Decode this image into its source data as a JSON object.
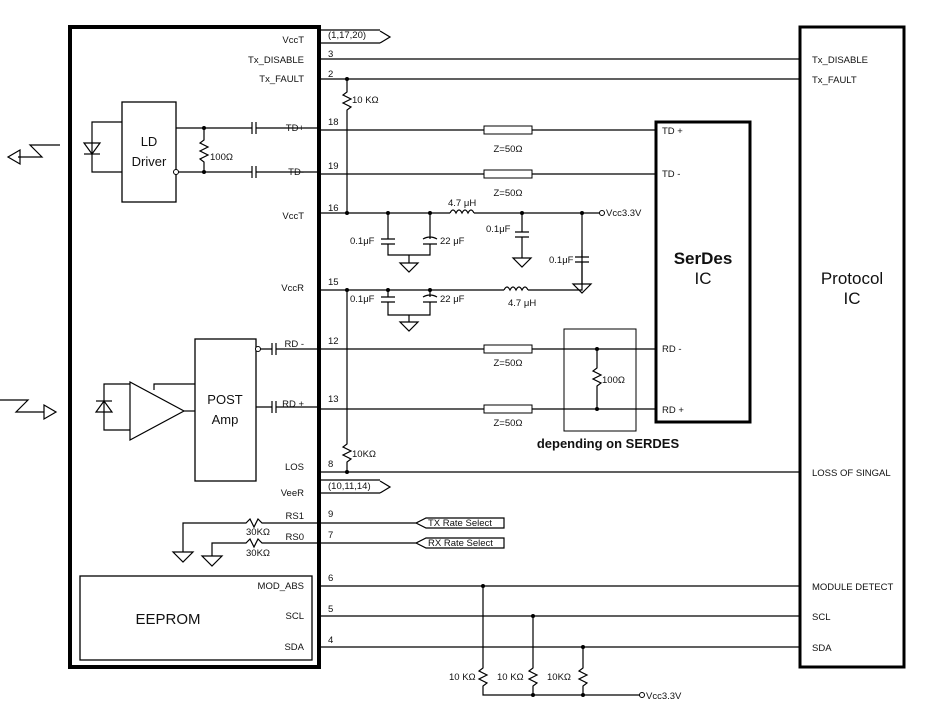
{
  "module": {
    "ld_driver": [
      "LD",
      "Driver"
    ],
    "post_amp": [
      "POST",
      "Amp"
    ],
    "eeprom": "EEPROM",
    "r_100_tx": "100Ω",
    "r_30k_a": "30KΩ",
    "r_30k_b": "30KΩ"
  },
  "pins": [
    {
      "name": "VccT",
      "num": "(1,17,20)"
    },
    {
      "name": "Tx_DISABLE",
      "num": "3"
    },
    {
      "name": "Tx_FAULT",
      "num": "2"
    },
    {
      "name": "TD+",
      "num": "18"
    },
    {
      "name": "TD-",
      "num": "19"
    },
    {
      "name": "VccT",
      "num": "16"
    },
    {
      "name": "VccR",
      "num": "15"
    },
    {
      "name": "RD -",
      "num": "12"
    },
    {
      "name": "RD +",
      "num": "13"
    },
    {
      "name": "LOS",
      "num": "8"
    },
    {
      "name": "VeeR",
      "num": "(10,11,14)"
    },
    {
      "name": "RS1",
      "num": "9"
    },
    {
      "name": "RS0",
      "num": "7"
    },
    {
      "name": "MOD_ABS",
      "num": "6"
    },
    {
      "name": "SCL",
      "num": "5"
    },
    {
      "name": "SDA",
      "num": "4"
    }
  ],
  "mid": {
    "pullup_top": "10 KΩ",
    "pullup_los": "10KΩ",
    "z1": "Z=50Ω",
    "z2": "Z=50Ω",
    "z3": "Z=50Ω",
    "z4": "Z=50Ω",
    "l1": "4.7 μH",
    "l2": "4.7 μH",
    "c1": "0.1μF",
    "c2": "22 μF",
    "c3": "0.1μF",
    "c4": "0.1μF",
    "c5": "0.1μF",
    "c6": "22 μF",
    "vcc1": "Vcc3.3V",
    "vcc2": "Vcc3.3V",
    "r_rx": "100Ω",
    "depending": "depending on SERDES",
    "tx_rate": "TX Rate Select",
    "rx_rate": "RX Rate Select",
    "r_a": "10 KΩ",
    "r_b": "10 KΩ",
    "r_c": "10KΩ"
  },
  "serdes": {
    "title": [
      "SerDes",
      "IC"
    ],
    "td_p": "TD +",
    "td_n": "TD -",
    "rd_n": "RD -",
    "rd_p": "RD +"
  },
  "protocol": {
    "title": [
      "Protocol",
      "IC"
    ],
    "signals": [
      "Tx_DISABLE",
      "Tx_FAULT",
      "LOSS OF SINGAL",
      "MODULE DETECT",
      "SCL",
      "SDA"
    ]
  }
}
